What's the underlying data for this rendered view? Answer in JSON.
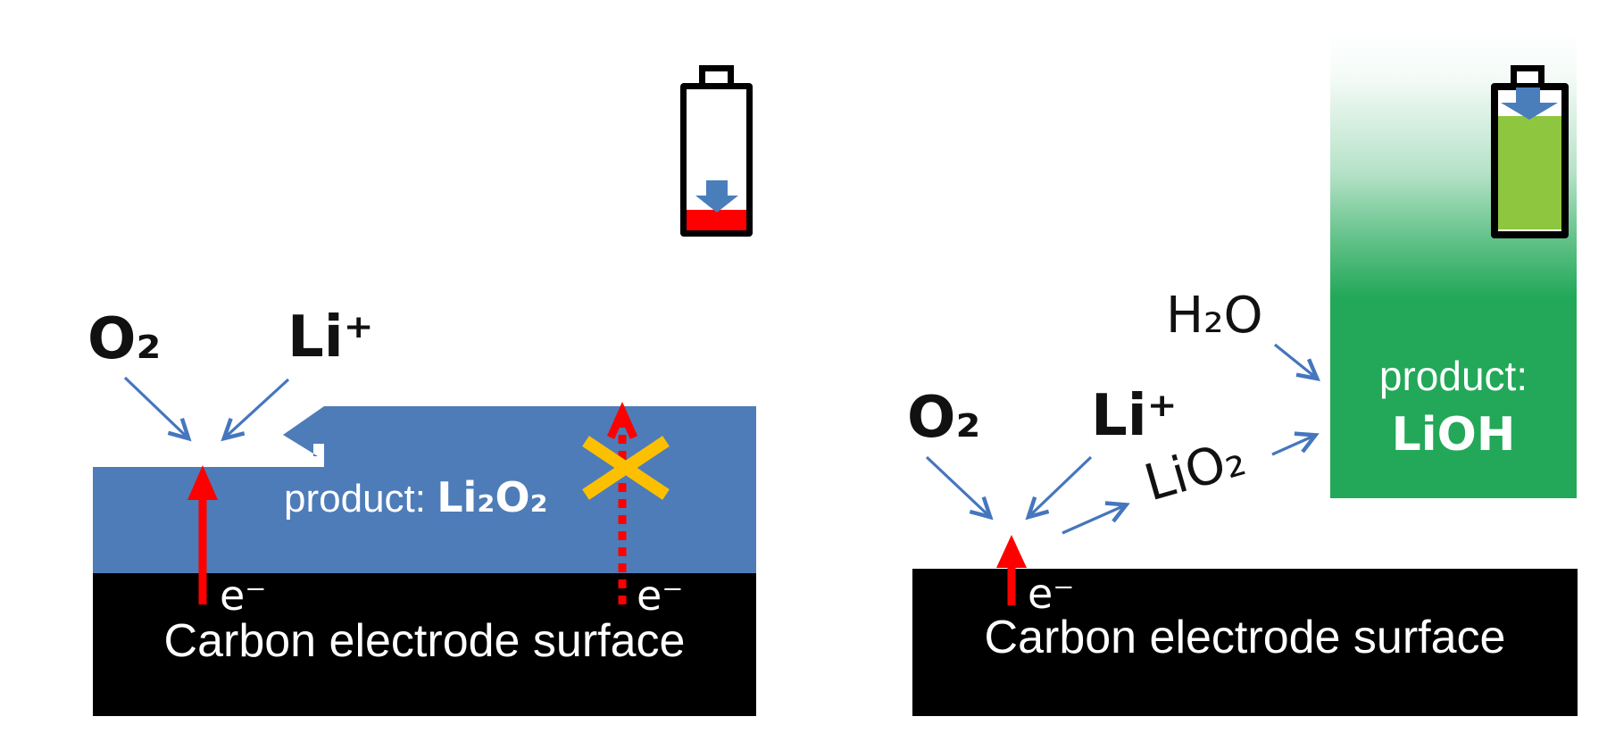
{
  "left": {
    "o2_label": "O₂",
    "li_label": "Li⁺",
    "electron_label": "e⁻",
    "blocked_electron_label": "e⁻",
    "product_prefix": "product: ",
    "product_formula": "Li₂O₂",
    "electrode_label": "Carbon electrode surface"
  },
  "right": {
    "o2_label": "O₂",
    "li_label": "Li⁺",
    "h2o_label": "H₂O",
    "lio2_label": "LiO₂",
    "electron_label": "e⁻",
    "product_prefix": "product:",
    "product_formula": "LiOH",
    "electrode_label": "Carbon electrode surface"
  },
  "icons": {
    "left_battery": "battery-low-icon",
    "right_battery": "battery-charged-icon",
    "blocked_path": "crossed-out-x-icon"
  },
  "colors": {
    "product_layer_blue": "#4e7cb8",
    "arrow_blue": "#4576be",
    "battery_arrow_blue": "#4a7ebb",
    "green_product": "#22a858",
    "battery_green": "#8ec63f",
    "alert_red": "#fe0000",
    "cross_yellow": "#fcc000",
    "electrode_black": "#000000"
  }
}
